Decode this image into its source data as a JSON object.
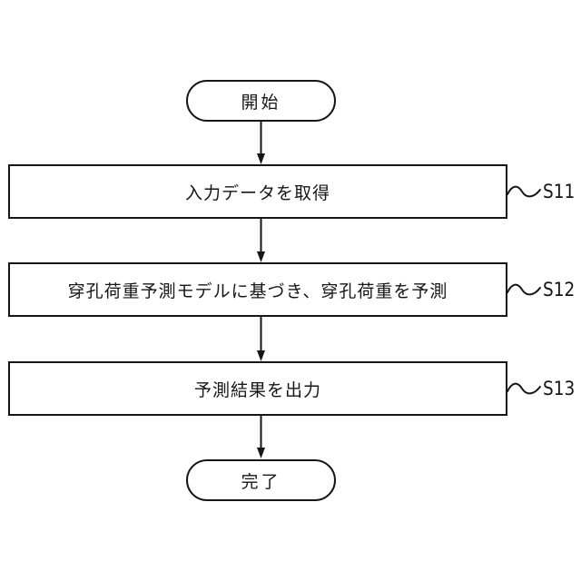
{
  "diagram": {
    "type": "flowchart",
    "orientation": "vertical",
    "colors": {
      "background": "#ffffff",
      "line": "#161616",
      "text": "#161616",
      "node_fill": "#ffffff"
    },
    "start": {
      "label": "開始",
      "shape": "stadium"
    },
    "end": {
      "label": "完了",
      "shape": "stadium"
    },
    "steps": [
      {
        "id": "S11",
        "label": "入力データを取得",
        "shape": "rectangle"
      },
      {
        "id": "S12",
        "label": "穿孔荷重予測モデルに基づき、穿孔荷重を予測",
        "shape": "rectangle"
      },
      {
        "id": "S13",
        "label": "予測結果を出力",
        "shape": "rectangle"
      }
    ],
    "flow": [
      "開始",
      "S11",
      "S12",
      "S13",
      "完了"
    ],
    "connector_style": "solid-line-with-filled-arrowhead",
    "reference_connector_style": "tilde-squiggle"
  }
}
